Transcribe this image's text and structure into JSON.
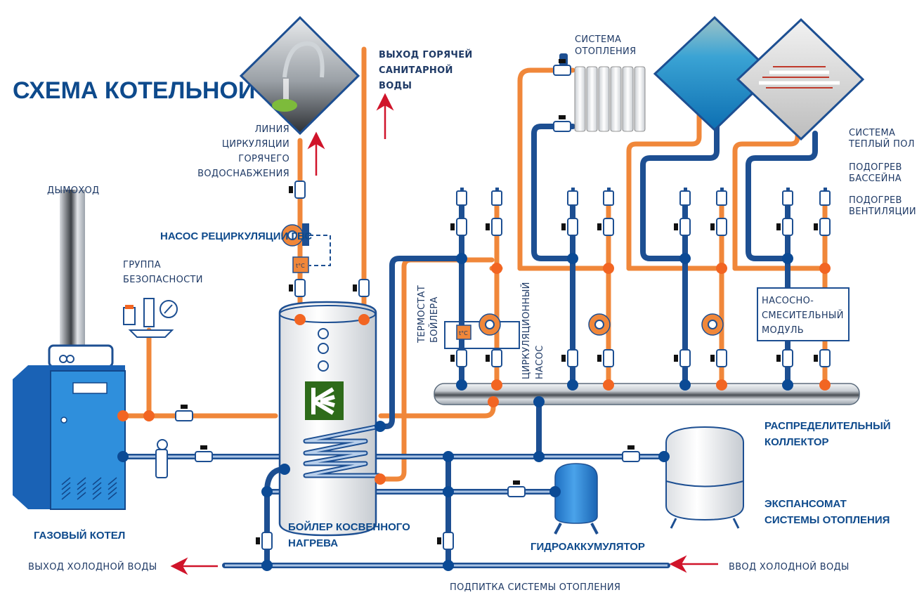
{
  "title": "СХЕМА КОТЕЛЬНОЙ",
  "labels": {
    "chimney": "ДЫМОХОД",
    "safety_group": [
      "ГРУППА",
      "БЕЗОПАСНОСТИ"
    ],
    "recirc_pump": "НАСОС РЕЦИРКУЛЯЦИИ ГВС",
    "circ_line": [
      "ЛИНИЯ",
      "ЦИРКУЛЯЦИИ",
      "ГОРЯЧЕГО",
      "ВОДОСНАБЖЕНИЯ"
    ],
    "hot_water_out": [
      "ВЫХОД ГОРЯЧЕЙ",
      "САНИТАРНОЙ",
      "ВОДЫ"
    ],
    "heating_system": [
      "СИСТЕМА",
      "ОТОПЛЕНИЯ"
    ],
    "floor_heating": [
      "СИСТЕМА",
      "ТЕПЛЫЙ ПОЛ"
    ],
    "pool_heating": [
      "ПОДОГРЕВ",
      "БАССЕЙНА"
    ],
    "vent_heating": [
      "ПОДОГРЕВ",
      "ВЕНТИЛЯЦИИ"
    ],
    "mixing_module": [
      "НАСОСНО-",
      "СМЕСИТЕЛЬНЫЙ",
      "МОДУЛЬ"
    ],
    "boiler_thermostat": [
      "ТЕРМОСТАТ",
      "БОЙЛЕРА"
    ],
    "circ_pump": [
      "ЦИРКУЛЯЦИОННЫЙ",
      "НАСОС"
    ],
    "distribution_collector": [
      "РАСПРЕДЕЛИТЕЛЬНЫЙ",
      "КОЛЛЕКТОР"
    ],
    "expansion_tank": [
      "ЭКСПАНСОМАТ",
      "СИСТЕМЫ ОТОПЛЕНИЯ"
    ],
    "gas_boiler": "ГАЗОВЫЙ КОТЕЛ",
    "indirect_boiler": [
      "БОЙЛЕР КОСВЕННОГО",
      "НАГРЕВА"
    ],
    "hydro_accumulator": "ГИДРОАККУМУЛЯТОР",
    "cold_water_out": "ВЫХОД ХОЛОДНОЙ ВОДЫ",
    "cold_water_in": "ВВОД ХОЛОДНОЙ ВОДЫ",
    "heating_makeup": "ПОДПИТКА СИСТЕМЫ ОТОПЛЕНИЯ",
    "thermo_sensor": "t°C"
  },
  "colors": {
    "hot_pipe": "#f0873a",
    "cold_pipe": "#1d4f92",
    "hot_node": "#f26522",
    "cold_node": "#0b4a95",
    "title": "#0e4a8c",
    "arrow": "#d0142a",
    "boiler_blue": "#2f8fdc",
    "logo_green": "#2e6b1a"
  },
  "icons": {
    "tap_photo": "kitchen-faucet-image",
    "pool_photo": "swimming-pool-image",
    "floor_photo": "underfloor-heating-image",
    "radiator": "radiator-icon",
    "logo": "kf-logo"
  }
}
